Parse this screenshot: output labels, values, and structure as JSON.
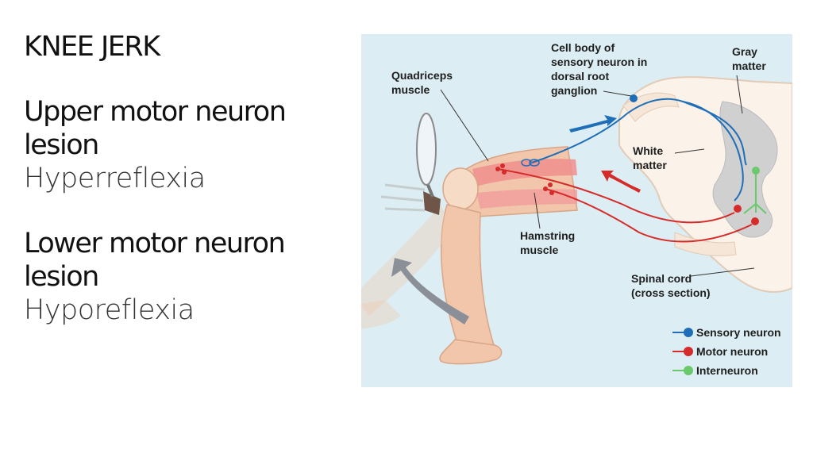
{
  "slide": {
    "title": "KNEE JERK",
    "upper_heading_1": "Upper motor neuron",
    "upper_heading_2": "lesion",
    "upper_result": "Hyperreflexia",
    "lower_heading_1": "Lower motor neuron",
    "lower_heading_2": "lesion",
    "lower_result": "Hyporeflexia"
  },
  "diagram": {
    "labels": {
      "cell_body_1": "Cell body of",
      "cell_body_2": "sensory neuron in",
      "cell_body_3": "dorsal root",
      "cell_body_4": "ganglion",
      "gray_1": "Gray",
      "gray_2": "matter",
      "quad_1": "Quadriceps",
      "quad_2": "muscle",
      "white_1": "White",
      "white_2": "matter",
      "ham_1": "Hamstring",
      "ham_2": "muscle",
      "spinal_1": "Spinal cord",
      "spinal_2": "(cross section)"
    },
    "legend": [
      {
        "label": "Sensory neuron",
        "color": "#1f6fb8"
      },
      {
        "label": "Motor neuron",
        "color": "#d62b2b"
      },
      {
        "label": "Interneuron",
        "color": "#6cc86c"
      }
    ]
  }
}
